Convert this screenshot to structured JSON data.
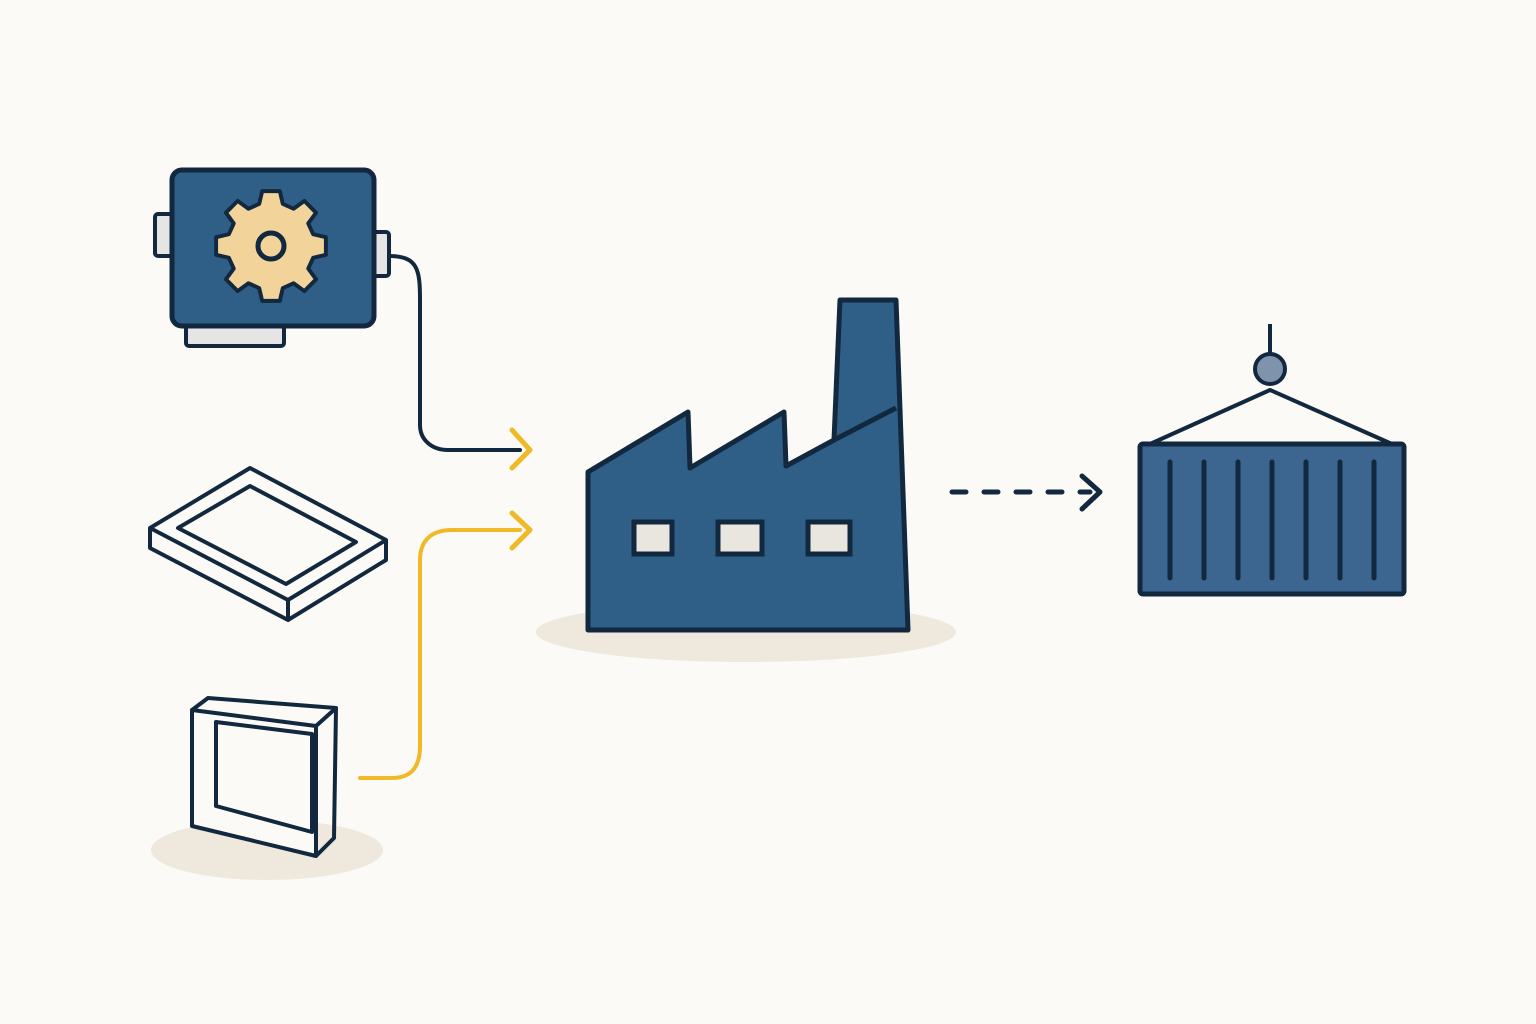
{
  "diagram": {
    "nodes": [
      {
        "id": "motor-unit",
        "icon": "gear-motor-icon"
      },
      {
        "id": "flat-panel",
        "icon": "flat-panel-frame-icon"
      },
      {
        "id": "upright-panel",
        "icon": "upright-panel-frame-icon"
      },
      {
        "id": "factory",
        "icon": "factory-icon"
      },
      {
        "id": "shipping-container",
        "icon": "shipping-container-icon"
      }
    ],
    "edges": [
      {
        "from": "motor-unit",
        "to": "factory",
        "style": "solid",
        "color_key": "dark"
      },
      {
        "from": "upright-panel",
        "to": "factory",
        "style": "solid",
        "color_key": "yellow"
      },
      {
        "from": "factory",
        "to": "shipping-container",
        "style": "dashed",
        "color_key": "dark"
      }
    ],
    "colors": {
      "background": "#fbfaf6",
      "dark": "#11283f",
      "blue": "#2f5f87",
      "container_blue": "#3c6690",
      "yellow": "#f0b928",
      "gear": "#f2d39a",
      "window": "#e9e6e0",
      "shadow": "#efe8dc",
      "hook_ball": "#7f93ad",
      "panel_gray": "#e5e5e5"
    }
  }
}
